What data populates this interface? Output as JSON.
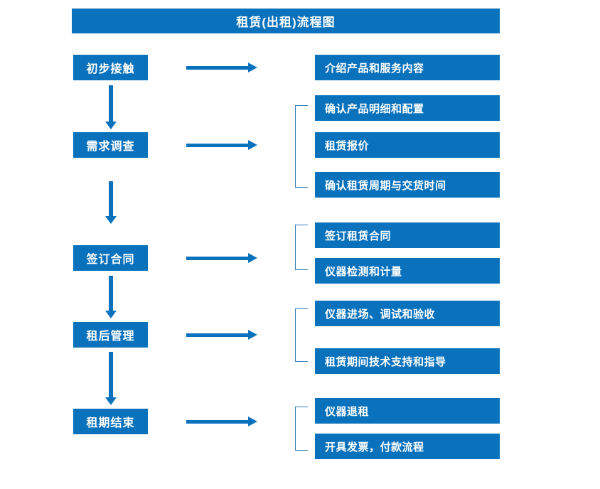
{
  "diagram": {
    "title": "租赁(出租)流程图",
    "accent_color": "#0a72bd",
    "bracket_color": "#2e78b8",
    "text_color": "#ffffff",
    "background_color": "#ffffff",
    "stages": [
      {
        "label": "初步接触"
      },
      {
        "label": "需求调查"
      },
      {
        "label": "签订合同"
      },
      {
        "label": "租后管理"
      },
      {
        "label": "租期结束"
      }
    ],
    "details": [
      {
        "label": "介绍产品和服务内容"
      },
      {
        "label": "确认产品明细和配置"
      },
      {
        "label": "租赁报价"
      },
      {
        "label": "确认租赁周期与交货时间"
      },
      {
        "label": "签订租赁合同"
      },
      {
        "label": "仪器检测和计量"
      },
      {
        "label": "仪器进场、调试和验收"
      },
      {
        "label": "租赁期间技术支持和指导"
      },
      {
        "label": "仪器退租"
      },
      {
        "label": "开具发票，付款流程"
      }
    ],
    "groups": [
      {
        "stage": "需求调查",
        "details": [
          "确认产品明细和配置",
          "租赁报价",
          "确认租赁周期与交货时间"
        ]
      },
      {
        "stage": "签订合同",
        "details": [
          "签订租赁合同",
          "仪器检测和计量"
        ]
      },
      {
        "stage": "租后管理",
        "details": [
          "仪器进场、调试和验收",
          "租赁期间技术支持和指导"
        ]
      },
      {
        "stage": "租期结束",
        "details": [
          "仪器退租",
          "开具发票，付款流程"
        ]
      }
    ],
    "flow_order": [
      "初步接触",
      "需求调查",
      "签订合同",
      "租后管理",
      "租期结束"
    ]
  }
}
